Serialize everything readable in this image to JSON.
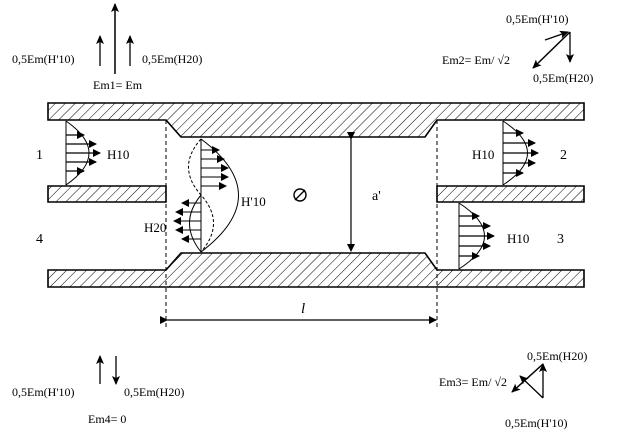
{
  "ports": [
    "1",
    "2",
    "3",
    "4"
  ],
  "modes": {
    "h10_port1": "H10",
    "h10_port2": "H10",
    "h10_port3": "H10",
    "h_prime_10": "H'10",
    "h20": "H20"
  },
  "dims": {
    "width_label": "a'",
    "length_label": "l"
  },
  "amplitudes": {
    "top_left": {
      "left": "0,5Em(H'10)",
      "right": "0,5Em(H20)",
      "sum": "Em1= Em"
    },
    "top_right": {
      "top": "0,5Em(H'10)",
      "formula": "Em2= Em/ √2",
      "bottom": "0,5Em(H20)"
    },
    "bottom_left": {
      "left": "0,5Em(H'10)",
      "right": "0,5Em(H20)",
      "sum": "Em4= 0"
    },
    "bottom_right": {
      "top": "0,5Em(H20)",
      "formula": "Em3= Em/ √2",
      "bottom": "0,5Em(H'10)"
    }
  }
}
